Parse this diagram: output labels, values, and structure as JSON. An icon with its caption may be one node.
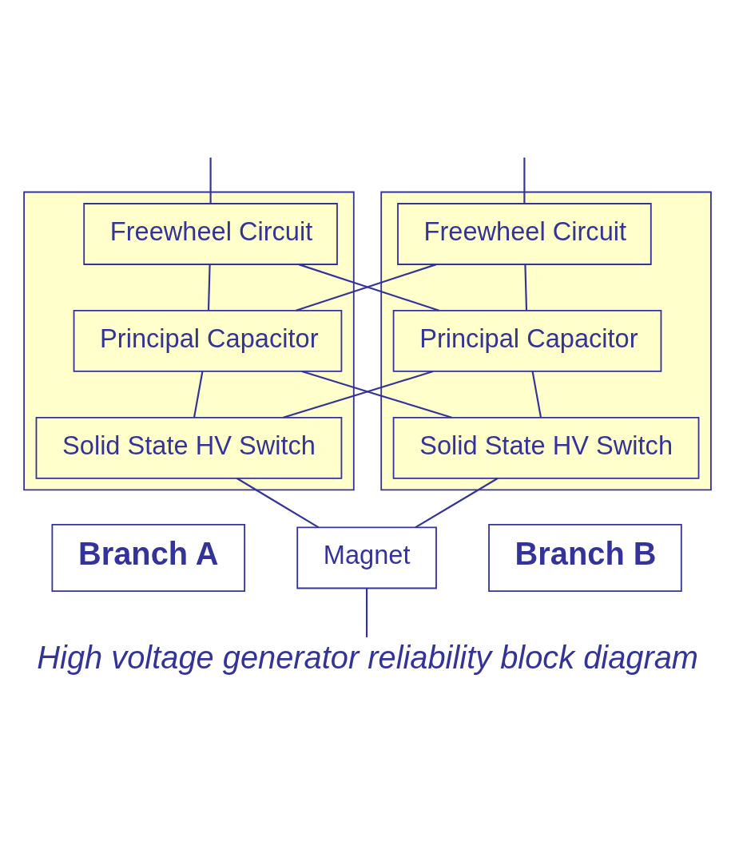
{
  "diagram": {
    "caption": "High voltage generator reliability block diagram",
    "nodes": [
      {
        "text": [],
        "shape": "box"
      },
      {
        "text": [
          "Freewheel Circuit"
        ],
        "in": 0
      },
      {
        "text": [
          "Principal Capacitor"
        ],
        "in": 0
      },
      {
        "text": [
          "Solid State HV Switch"
        ],
        "in": 0
      },
      {
        "text": [],
        "shape": "box"
      },
      {
        "text": [
          "Freewheel Circuit"
        ],
        "in": 4
      },
      {
        "text": [
          "Principal Capacitor"
        ],
        "in": 4
      },
      {
        "text": [
          "Solid State HV Switch"
        ],
        "in": 4
      },
      {
        "text": [
          "Branch A"
        ]
      },
      {
        "text": [
          "Magnet"
        ]
      },
      {
        "text": [
          "Branch B"
        ]
      }
    ],
    "edges": [
      {
        "from": null,
        "to": 1,
        "arrow": "none"
      },
      {
        "from": null,
        "to": 5,
        "arrow": "none"
      },
      {
        "from": 1,
        "to": 2,
        "arrow": "none"
      },
      {
        "from": 1,
        "to": 6,
        "arrow": "none"
      },
      {
        "from": 5,
        "to": 2,
        "arrow": "none"
      },
      {
        "from": 5,
        "to": 6,
        "arrow": "none"
      },
      {
        "from": 2,
        "to": 3,
        "arrow": "none"
      },
      {
        "from": 2,
        "to": 7,
        "arrow": "none"
      },
      {
        "from": 6,
        "to": 3,
        "arrow": "none"
      },
      {
        "from": 6,
        "to": 7,
        "arrow": "none"
      },
      {
        "from": 3,
        "to": 9,
        "arrow": "none"
      },
      {
        "from": 7,
        "to": 9,
        "arrow": "none"
      },
      {
        "from": 9,
        "to": null,
        "arrow": "none"
      }
    ]
  }
}
